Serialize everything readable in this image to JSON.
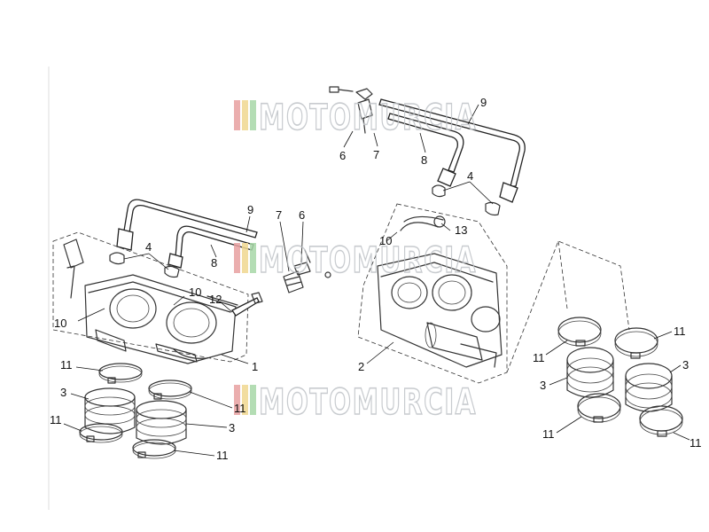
{
  "watermark": {
    "text": "MOTOMURCIA",
    "stripe_colors": [
      "#e8a0a0",
      "#f0d890",
      "#a8d8a8"
    ]
  },
  "callouts": {
    "c1": "1",
    "c2": "2",
    "c3a": "3",
    "c3b": "3",
    "c3c": "3",
    "c3d": "3",
    "c4a": "4",
    "c4b": "4",
    "c6a": "6",
    "c6b": "6",
    "c7a": "7",
    "c7b": "7",
    "c8a": "8",
    "c8b": "8",
    "c9a": "9",
    "c9b": "9",
    "c10a": "10",
    "c10b": "10",
    "c10c": "10",
    "c11a": "11",
    "c11b": "11",
    "c11c": "11",
    "c11d": "11",
    "c11e": "11",
    "c11f": "11",
    "c11g": "11",
    "c11h": "11",
    "c12": "12",
    "c13": "13"
  }
}
